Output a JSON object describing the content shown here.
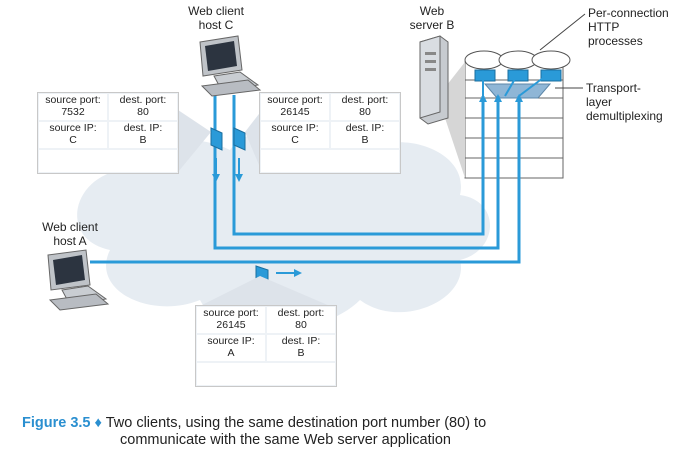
{
  "labels": {
    "host_c": [
      "Web client",
      "host C"
    ],
    "host_a": [
      "Web client",
      "host A"
    ],
    "server_b": [
      "Web",
      "server B"
    ],
    "per_connection": [
      "Per-connection",
      "HTTP",
      "processes"
    ],
    "transport_layer": [
      "Transport-",
      "layer",
      "demultiplexing"
    ]
  },
  "segments": [
    {
      "id": "c1",
      "source_port_label": "source port:",
      "source_port": "7532",
      "dest_port_label": "dest. port:",
      "dest_port": "80",
      "source_ip_label": "source IP:",
      "source_ip": "C",
      "dest_ip_label": "dest. IP:",
      "dest_ip": "B"
    },
    {
      "id": "c2",
      "source_port_label": "source port:",
      "source_port": "26145",
      "dest_port_label": "dest. port:",
      "dest_port": "80",
      "source_ip_label": "source IP:",
      "source_ip": "C",
      "dest_ip_label": "dest. IP:",
      "dest_ip": "B"
    },
    {
      "id": "a",
      "source_port_label": "source port:",
      "source_port": "26145",
      "dest_port_label": "dest. port:",
      "dest_port": "80",
      "source_ip_label": "source IP:",
      "source_ip": "A",
      "dest_ip_label": "dest. IP:",
      "dest_ip": "B"
    }
  ],
  "caption": {
    "figure": "Figure 3.5",
    "bullet": "♦",
    "line1": "Two clients, using the same destination port number (80) to",
    "line2": "communicate with the same Web server application"
  },
  "colors": {
    "connection": "#2a9ad8",
    "cloud": "#e6ecf2",
    "accent": "#2a8fd0"
  }
}
